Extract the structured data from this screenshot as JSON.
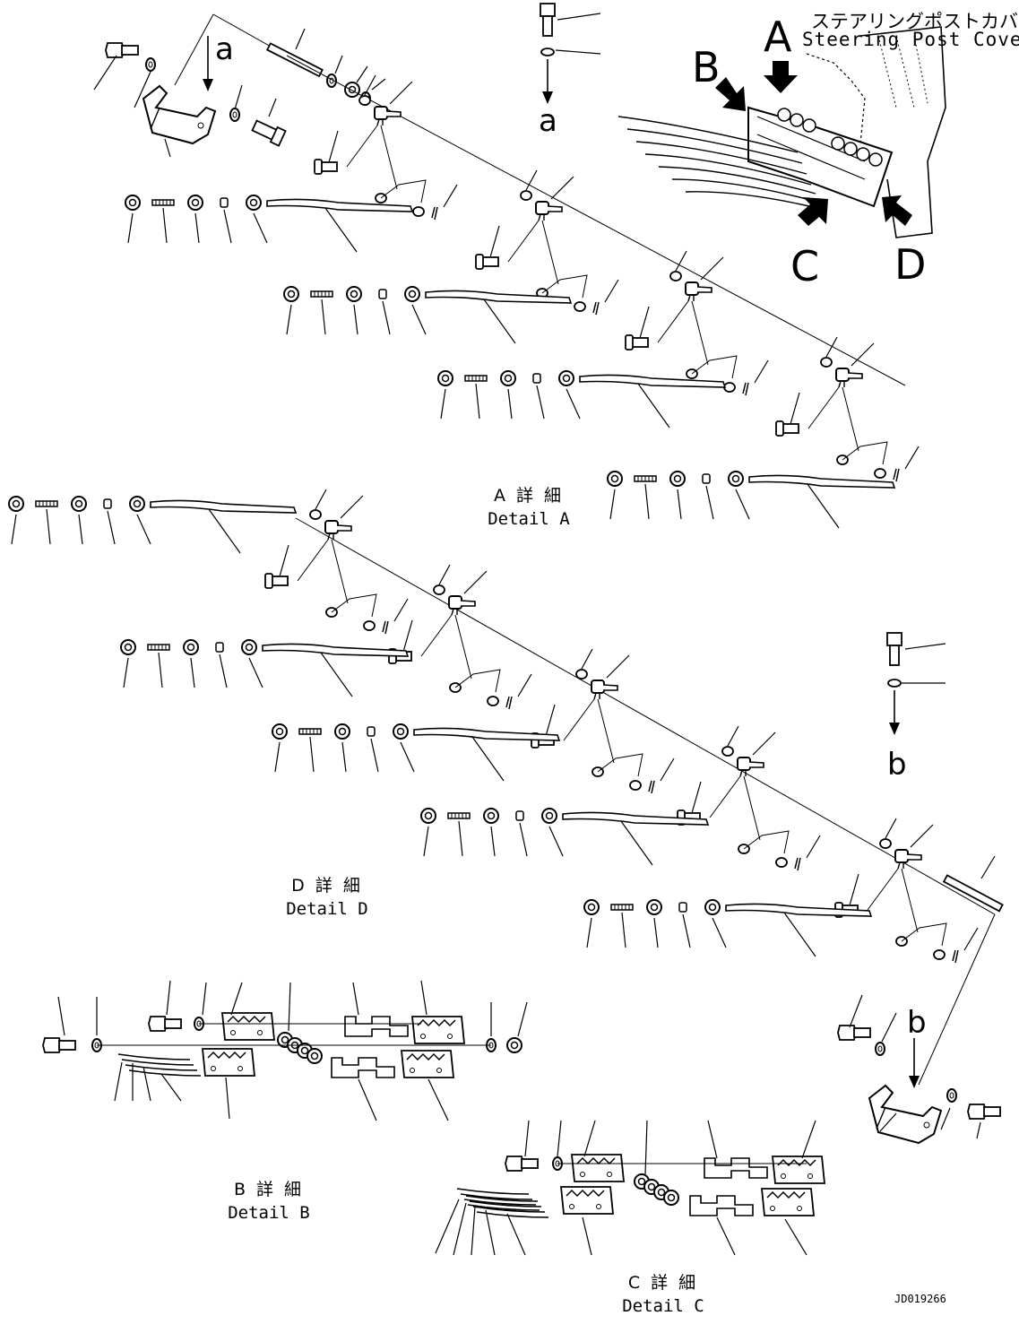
{
  "title": {
    "japanese": "ステアリングポストカバー",
    "english": "Steering Post Cover"
  },
  "view_letters": {
    "A": "A",
    "B": "B",
    "C": "C",
    "D": "D"
  },
  "arrow_labels": {
    "a_top": "a",
    "a_side": "a",
    "b_side": "b",
    "b_bottom": "b"
  },
  "details": {
    "A": {
      "japanese": "A 詳 細",
      "english": "Detail A"
    },
    "B": {
      "japanese": "B 詳 細",
      "english": "Detail B"
    },
    "C": {
      "japanese": "C 詳 細",
      "english": "Detail C"
    },
    "D": {
      "japanese": "D 詳 細",
      "english": "Detail D"
    }
  },
  "drawing_code": "JD019266",
  "colors": {
    "ink": "#000000",
    "paper": "#ffffff"
  }
}
